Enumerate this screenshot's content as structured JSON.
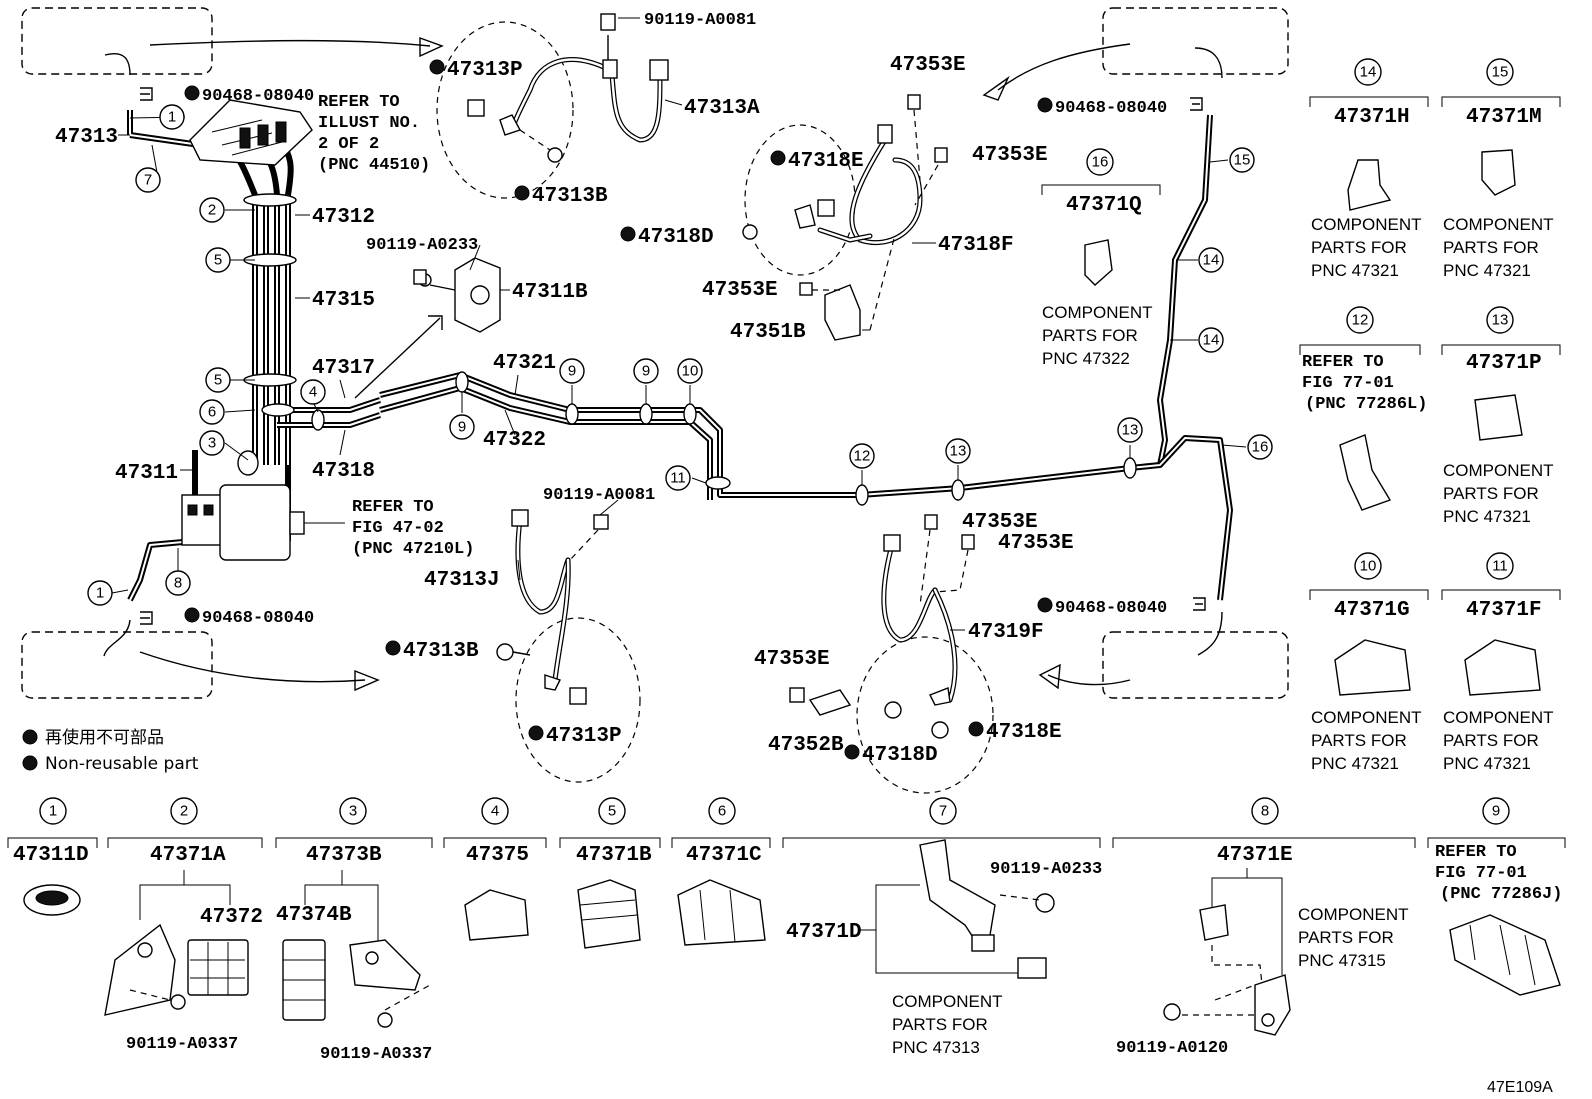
{
  "figure_code": "47E109A",
  "legend": {
    "jp": "再使用不可部品",
    "en": "Non-reusable part"
  },
  "parts": {
    "p47313": "47313",
    "p47312": "47312",
    "p47315": "47315",
    "p47311": "47311",
    "p47311B": "47311B",
    "p47317": "47317",
    "p47318": "47318",
    "p47321": "47321",
    "p47322": "47322",
    "p47313A": "47313A",
    "p47313P_top": "47313P",
    "p47313B_top": "47313B",
    "p47313J": "47313J",
    "p47313B_bot": "47313B",
    "p47313P_bot": "47313P",
    "p47353E_1": "47353E",
    "p47353E_2": "47353E",
    "p47353E_3": "47353E",
    "p47318E_top": "47318E",
    "p47318D_top": "47318D",
    "p47318F": "47318F",
    "p47351B": "47351B",
    "p47353E_4": "47353E",
    "p47353E_5": "47353E",
    "p47353E_6": "47353E",
    "p47319F": "47319F",
    "p47352B": "47352B",
    "p47318D_bot": "47318D",
    "p47318E_bot": "47318E"
  },
  "bolts": {
    "b90468_tl": "90468-08040",
    "b90468_bl": "90468-08040",
    "b90468_tr": "90468-08040",
    "b90468_br": "90468-08040",
    "b90119_A0081_top": "90119-A0081",
    "b90119_A0081_mid": "90119-A0081",
    "b90119_A0233": "90119-A0233"
  },
  "refs": {
    "illust_1": "REFER TO",
    "illust_2": "ILLUST NO.",
    "illust_3": "2 OF 2",
    "illust_4": "(PNC 44510)",
    "fig4702_1": "REFER TO",
    "fig4702_2": "FIG 47-02",
    "fig4702_3": "(PNC 47210L)"
  },
  "callout_numbers": [
    "1",
    "2",
    "3",
    "4",
    "5",
    "6",
    "7",
    "8",
    "9",
    "10",
    "11",
    "12",
    "13",
    "14",
    "15",
    "16"
  ],
  "right_panel": {
    "c16": {
      "num": "16",
      "pn": "47371Q",
      "l1": "COMPONENT",
      "l2": "PARTS FOR",
      "l3": "PNC 47322"
    },
    "c14": {
      "num": "14",
      "pn": "47371H",
      "l1": "COMPONENT",
      "l2": "PARTS FOR",
      "l3": "PNC 47321"
    },
    "c15": {
      "num": "15",
      "pn": "47371M",
      "l1": "COMPONENT",
      "l2": "PARTS FOR",
      "l3": "PNC 47321"
    },
    "c12": {
      "num": "12",
      "r1": "REFER TO",
      "r2": "FIG 77-01",
      "r3": "(PNC 77286L)"
    },
    "c13": {
      "num": "13",
      "pn": "47371P",
      "l1": "COMPONENT",
      "l2": "PARTS FOR",
      "l3": "PNC 47321"
    },
    "c10": {
      "num": "10",
      "pn": "47371G",
      "l1": "COMPONENT",
      "l2": "PARTS FOR",
      "l3": "PNC 47321"
    },
    "c11": {
      "num": "11",
      "pn": "47371F",
      "l1": "COMPONENT",
      "l2": "PARTS FOR",
      "l3": "PNC 47321"
    }
  },
  "bottom_row": {
    "c1": {
      "num": "1",
      "pn": "47311D"
    },
    "c2": {
      "num": "2",
      "pn": "47371A",
      "sub": "47372",
      "bolt": "90119-A0337"
    },
    "c3": {
      "num": "3",
      "pn": "47373B",
      "sub": "47374B",
      "bolt": "90119-A0337"
    },
    "c4": {
      "num": "4",
      "pn": "47375"
    },
    "c5": {
      "num": "5",
      "pn": "47371B"
    },
    "c6": {
      "num": "6",
      "pn": "47371C"
    },
    "c7": {
      "num": "7",
      "pn": "47371D",
      "bolt": "90119-A0233",
      "l1": "COMPONENT",
      "l2": "PARTS FOR",
      "l3": "PNC 47313"
    },
    "c8": {
      "num": "8",
      "pn": "47371E",
      "bolt": "90119-A0120",
      "l1": "COMPONENT",
      "l2": "PARTS FOR",
      "l3": "PNC 47315"
    },
    "c9": {
      "num": "9",
      "r1": "REFER TO",
      "r2": "FIG 77-01",
      "r3": "(PNC 77286J)"
    }
  }
}
